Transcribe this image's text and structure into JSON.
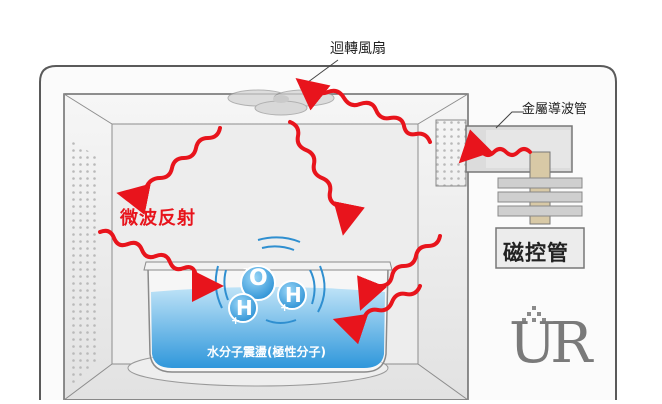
{
  "labels": {
    "fan": "迴轉風扇",
    "waveguide": "金屬導波管",
    "magnetron": "磁控管",
    "reflection": "微波反射",
    "water": "水分子震盪(極性分子)",
    "logo": "UR"
  },
  "molecule": {
    "oxygen": "O",
    "hydrogen_left": "H",
    "hydrogen_right": "H",
    "oxygen_charge": "-",
    "hydrogen_left_charge": "+",
    "hydrogen_right_charge": "+"
  },
  "colors": {
    "wave": "#e8141c",
    "water": "#3aa6e8",
    "water_light": "#bfe3f7",
    "frame": "#555555",
    "cavity": "#e9e9e9",
    "atom": "#4fb0e6"
  }
}
